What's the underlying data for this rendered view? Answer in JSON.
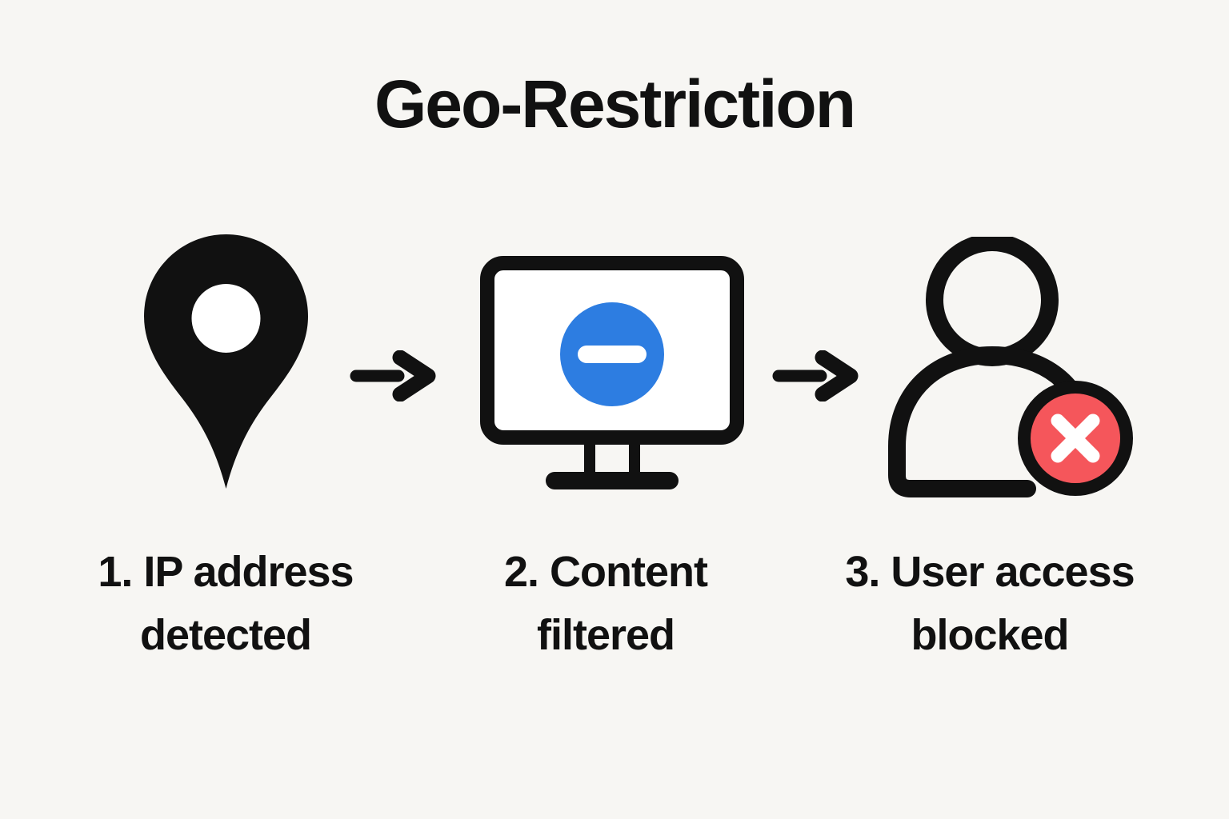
{
  "title": "Geo-Restriction",
  "colors": {
    "background": "#f7f6f3",
    "ink": "#111111",
    "blue": "#2d7de1",
    "red": "#f5565b",
    "white": "#ffffff"
  },
  "steps": [
    {
      "icon": "location-pin-icon",
      "label_line1": "1. IP address",
      "label_line2": "detected"
    },
    {
      "icon": "monitor-blocked-icon",
      "label_line1": "2. Content",
      "label_line2": "filtered"
    },
    {
      "icon": "user-blocked-icon",
      "label_line1": "3. User access",
      "label_line2": "blocked"
    }
  ],
  "arrow_icon": "arrow-right-icon"
}
